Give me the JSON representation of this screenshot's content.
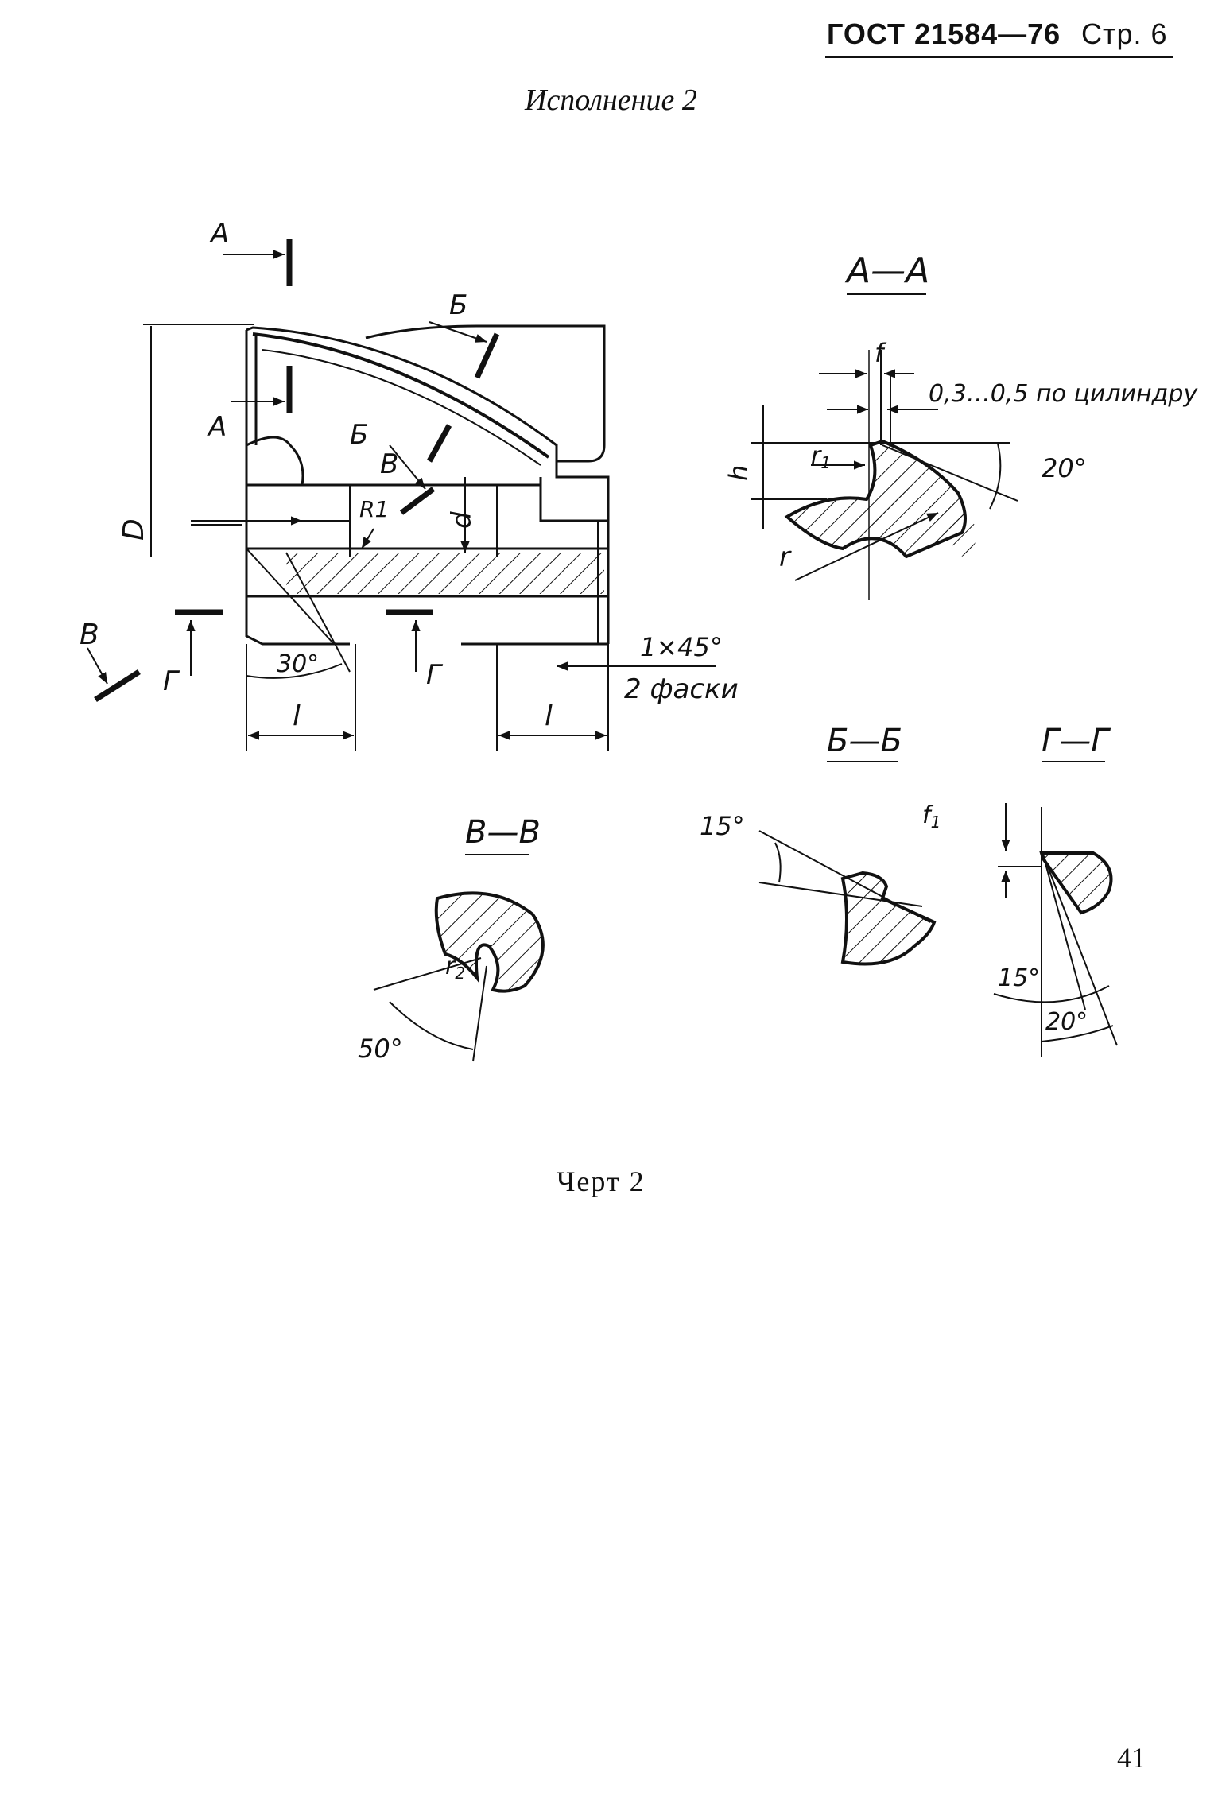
{
  "header": {
    "standard": "ГОСТ 21584—76",
    "page_label": "Стр. 6"
  },
  "subtitle": "Исполнение 2",
  "caption": "Черт 2",
  "page_number": "41",
  "main_view": {
    "labels": {
      "section_a_top": "А",
      "section_a_bottom": "А",
      "section_b_top": "Б",
      "section_b_mid": "Б",
      "section_v_top": "В",
      "section_v_left": "В",
      "section_g_left": "Г",
      "section_g_mid": "Г",
      "dim_d_big": "D",
      "dim_d_small": "d",
      "dim_radius": "R1",
      "dim_angle": "30°",
      "dim_l_left": "l",
      "dim_l_right": "l",
      "chamfer": "1×45°",
      "chamfer_note": "2 фаски"
    }
  },
  "section_aa": {
    "title": "А—А",
    "f": "f",
    "tolerance": "0,3…0,5 по цилиндру",
    "h": "h",
    "r1": "r",
    "r1_sub": "1",
    "r": "r",
    "angle": "20°"
  },
  "section_bb": {
    "title": "Б—Б",
    "angle": "15°"
  },
  "section_gg": {
    "title": "Г—Г",
    "f1": "f",
    "f1_sub": "1",
    "angle_15": "15°",
    "angle_20": "20°"
  },
  "section_vv": {
    "title": "В—В",
    "r2": "r",
    "r2_sub": "2",
    "angle": "50°"
  }
}
